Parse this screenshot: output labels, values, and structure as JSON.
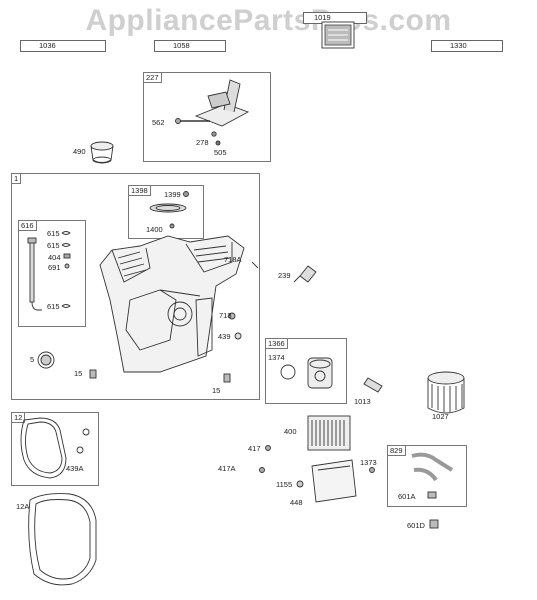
{
  "watermark": "AppliancePartsPros.com",
  "header_tags": [
    "1036",
    "1058",
    "1019",
    "1330"
  ],
  "boxes": {
    "b227": "227",
    "b1": "1",
    "b1398": "1398",
    "b616": "616",
    "b1366": "1366",
    "b12": "12",
    "b829": "829"
  },
  "labels": {
    "l562": "562",
    "l278": "278",
    "l505": "505",
    "l490": "490",
    "l1399": "1399",
    "l1400": "1400",
    "l615a": "615",
    "l615b": "615",
    "l404": "404",
    "l691": "691",
    "l615c": "615",
    "l718A": "718A",
    "l718": "718",
    "l439": "439",
    "l5": "5",
    "l15a": "15",
    "l15b": "15",
    "l239": "239",
    "l1374": "1374",
    "l1013": "1013",
    "l1027": "1027",
    "l400": "400",
    "l417": "417",
    "l417A": "417A",
    "l1155": "1155",
    "l448": "448",
    "l1373": "1373",
    "l601A": "601A",
    "l601D": "601D",
    "l439A": "439A",
    "l12A": "12A"
  }
}
